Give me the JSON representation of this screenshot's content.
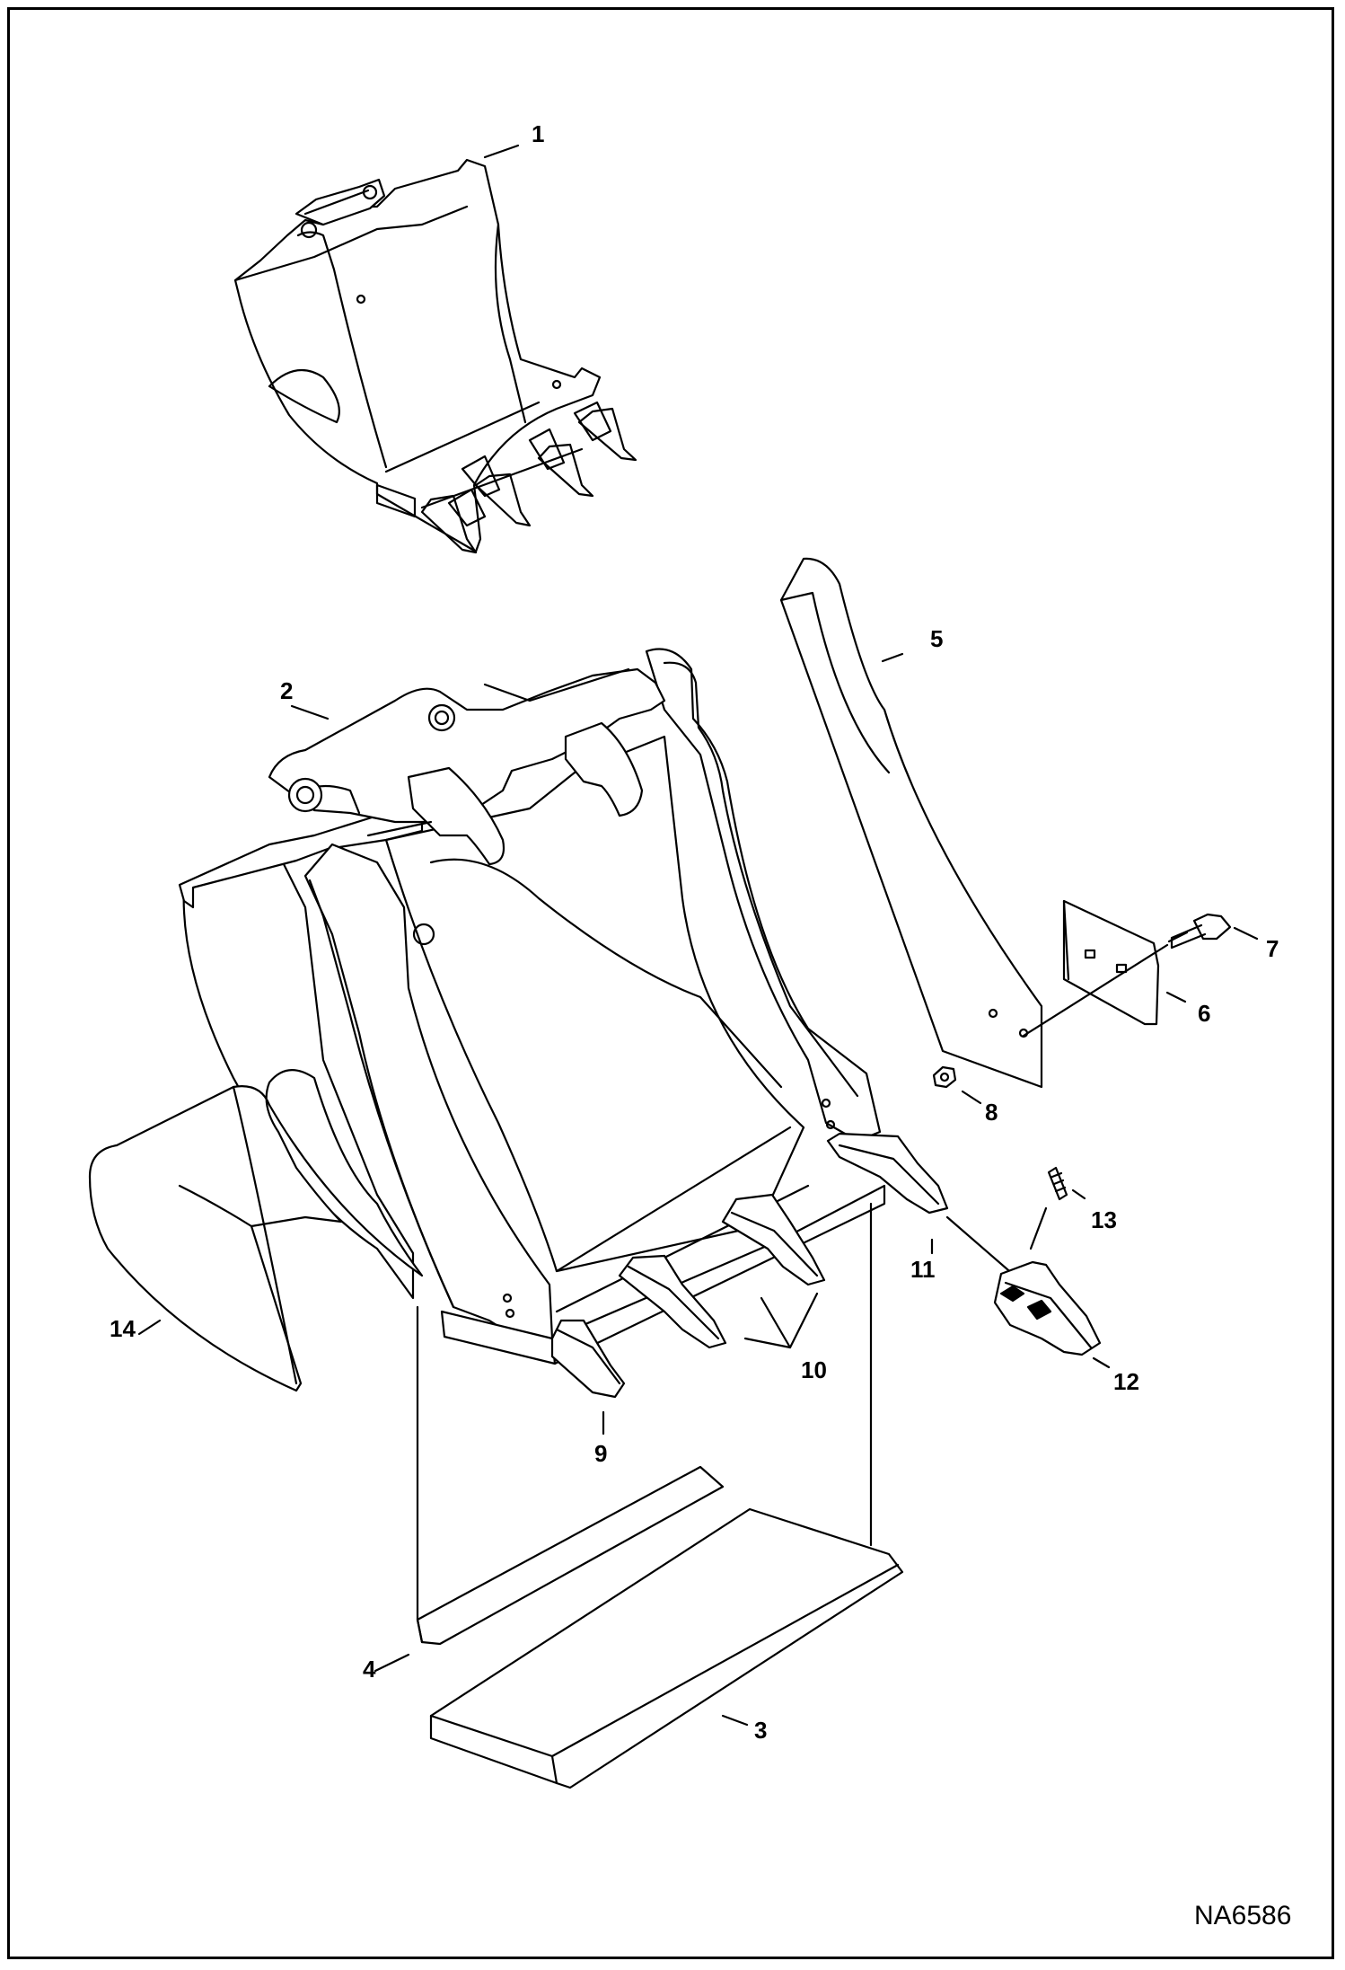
{
  "figure": {
    "id": "NA6586",
    "callouts": [
      "1",
      "2",
      "3",
      "4",
      "5",
      "6",
      "7",
      "8",
      "9",
      "10",
      "11",
      "12",
      "13",
      "14"
    ]
  }
}
